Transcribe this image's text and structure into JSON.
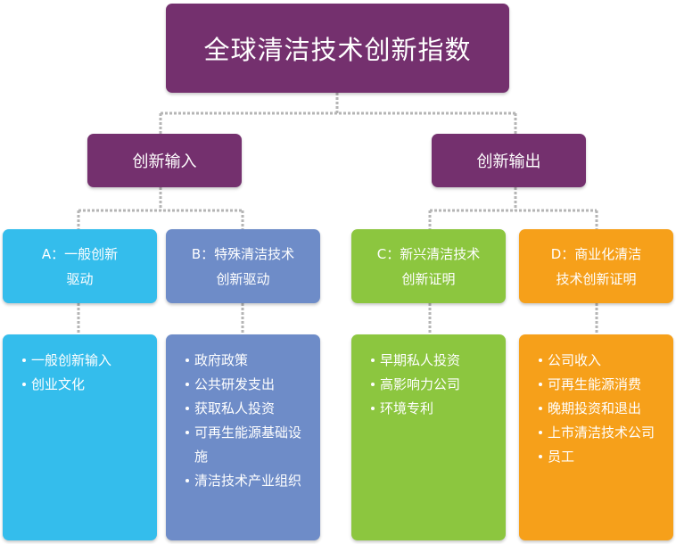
{
  "root": {
    "title": "全球清洁技术创新指数"
  },
  "level2": [
    {
      "label": "创新输入"
    },
    {
      "label": "创新输出"
    }
  ],
  "columns": [
    {
      "heading_lines": [
        "A：一般创新",
        "驱动"
      ],
      "color": "#34bdec",
      "items": [
        "一般创新输入",
        "创业文化"
      ]
    },
    {
      "heading_lines": [
        "B：特殊清洁技术",
        "创新驱动"
      ],
      "color": "#6e8cc8",
      "items": [
        "政府政策",
        "公共研发支出",
        "获取私人投资",
        "可再生能源基础设施",
        "清洁技术产业组织"
      ]
    },
    {
      "heading_lines": [
        "C：新兴清洁技术",
        "创新证明"
      ],
      "color": "#8cc63f",
      "items": [
        "早期私人投资",
        "高影响力公司",
        "环境专利"
      ]
    },
    {
      "heading_lines": [
        "D：商业化清洁",
        "技术创新证明"
      ],
      "color": "#f6a01a",
      "items": [
        "公司收入",
        "可再生能源消费",
        "晚期投资和退出",
        "上市清洁技术公司",
        "员工"
      ]
    }
  ],
  "colors": {
    "root": "#74306e",
    "connector": "#b5b5b5"
  }
}
